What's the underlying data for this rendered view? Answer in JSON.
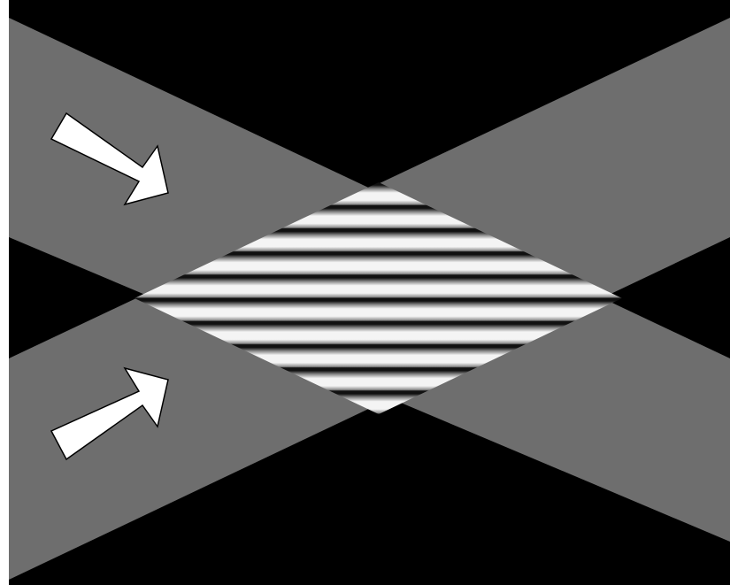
{
  "diagram": {
    "description_visible_text": "",
    "colors": {
      "frame": "#ffffff",
      "background": "#000000",
      "beam": "#6e6e6e",
      "arrow_fill": "#ffffff",
      "arrow_stroke": "#000000",
      "fringe_dark": "#111111",
      "fringe_mid": "#8c8c8c",
      "fringe_light": "#f4f4f4"
    },
    "beams": [
      {
        "name": "upper-beam",
        "direction": "down-right"
      },
      {
        "name": "lower-beam",
        "direction": "up-right"
      }
    ],
    "arrows": [
      {
        "name": "incoming-arrow-upper",
        "direction": "down-right"
      },
      {
        "name": "incoming-arrow-lower",
        "direction": "up-right"
      }
    ],
    "interference_fringe_count": 10
  }
}
